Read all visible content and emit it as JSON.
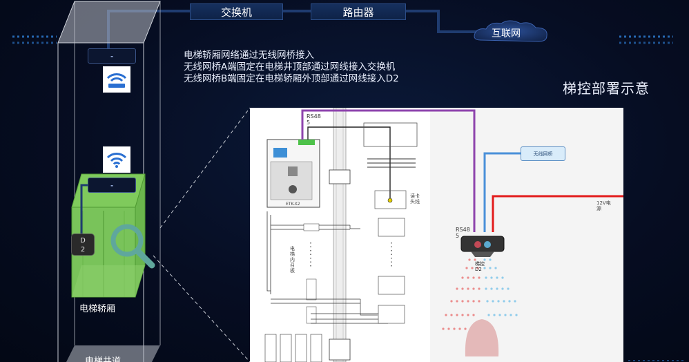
{
  "network": {
    "switch_label": "交换机",
    "router_label": "路由器",
    "internet_label": "互联网"
  },
  "description": {
    "line1": "电梯轿厢网络通过无线网桥接入",
    "line2": "无线网桥A端固定在电梯井顶部通过网线接入交换机",
    "line3": "无线网桥B端固定在电梯轿厢外顶部通过网线接入D2"
  },
  "title": "梯控部署示意",
  "elevator": {
    "car_label": "电梯轿厢",
    "shaft_label": "电梯井道",
    "d2_tag": "D\n2"
  },
  "panel": {
    "rs485_top": "RS48\n5",
    "rs485_right": "RS48\n5",
    "wireless_bridge": "无线网桥",
    "power_12v": "12V电\n源",
    "reader_line": "读卡\n头线",
    "inner_board": "电\n梯\n内\n召\n板",
    "d2_device": "梯控\nD2",
    "controller_model": "ETK-X2"
  },
  "colors": {
    "cable_blue": "#1f3c70",
    "purple_line": "#8e44ad",
    "light_blue_line": "#4a90d9",
    "red_line": "#e21b1b",
    "car_green": "#79c35a",
    "magnifier": "#5fa79c"
  },
  "icons": {
    "wifi_top": "wifi-signal-icon",
    "wifi_car": "wifi-icon",
    "magnifier": "magnifier-icon",
    "cloud": "cloud-icon"
  }
}
